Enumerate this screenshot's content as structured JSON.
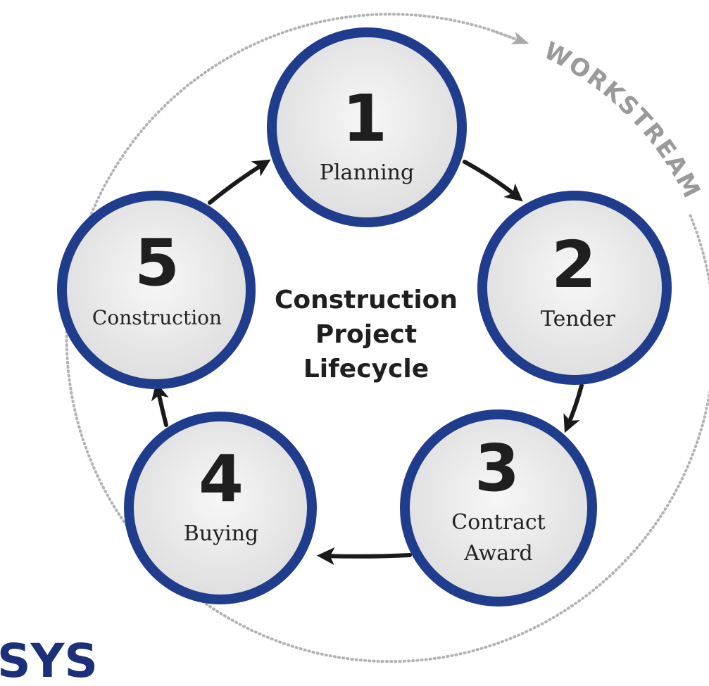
{
  "diagram": {
    "center_title": [
      "Construction",
      "Project",
      "Lifecycle"
    ],
    "workstream_label": "WORKSTREAM",
    "logo_text": "SYS",
    "colors": {
      "ring": "#1f3d8c",
      "ring_fill": "#ececec",
      "number": "#1f1f1f",
      "stage_label": "#222222",
      "arrow": "#1a1a1a",
      "outer_dots": "#b3b3b3",
      "workstream": "#9a9a9a",
      "logo": "#1c2f7a"
    },
    "stages": [
      {
        "number": "1",
        "label": [
          "Planning"
        ]
      },
      {
        "number": "2",
        "label": [
          "Tender"
        ]
      },
      {
        "number": "3",
        "label": [
          "Contract",
          "Award"
        ]
      },
      {
        "number": "4",
        "label": [
          "Buying"
        ]
      },
      {
        "number": "5",
        "label": [
          "Construction"
        ]
      }
    ],
    "flow": [
      [
        "1",
        "2"
      ],
      [
        "2",
        "3"
      ],
      [
        "3",
        "4"
      ],
      [
        "4",
        "5"
      ],
      [
        "5",
        "1"
      ]
    ]
  }
}
